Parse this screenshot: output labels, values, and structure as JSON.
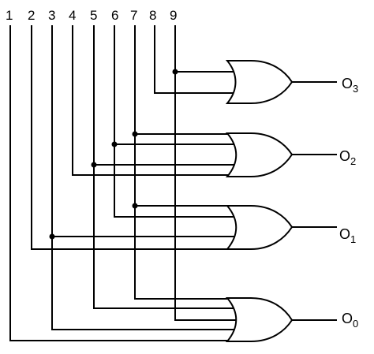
{
  "inputs": [
    "1",
    "2",
    "3",
    "4",
    "5",
    "6",
    "7",
    "8",
    "9"
  ],
  "outputs": [
    {
      "letter": "O",
      "index": "3"
    },
    {
      "letter": "O",
      "index": "2"
    },
    {
      "letter": "O",
      "index": "1"
    },
    {
      "letter": "O",
      "index": "0"
    }
  ],
  "gate_type": "OR"
}
